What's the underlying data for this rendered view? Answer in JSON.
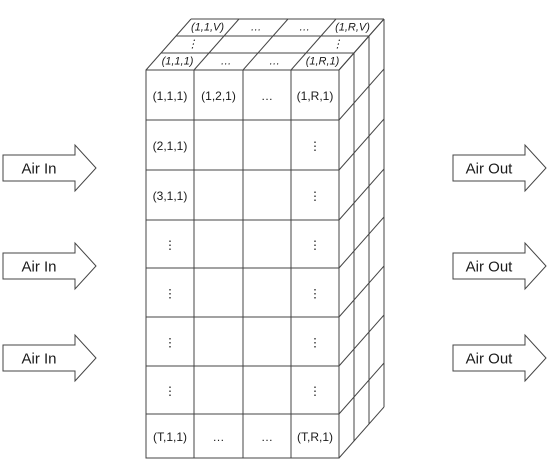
{
  "inlets": [
    "Air In",
    "Air In",
    "Air In"
  ],
  "outlets": [
    "Air Out",
    "Air Out",
    "Air Out"
  ],
  "front_grid": [
    [
      "(1,1,1)",
      "(1,2,1)",
      "…",
      "(1,R,1)"
    ],
    [
      "(2,1,1)",
      "",
      "",
      "⋮"
    ],
    [
      "(3,1,1)",
      "",
      "",
      "⋮"
    ],
    [
      "⋮",
      "",
      "",
      "⋮"
    ],
    [
      "⋮",
      "",
      "",
      "⋮"
    ],
    [
      "⋮",
      "",
      "",
      "⋮"
    ],
    [
      "⋮",
      "",
      "",
      "⋮"
    ],
    [
      "(T,1,1)",
      "…",
      "…",
      "(T,R,1)"
    ]
  ],
  "top_layers": [
    [
      "(1,1,1)",
      "…",
      "…",
      "(1,R,1)"
    ],
    [
      "⋮",
      "",
      "",
      "⋮"
    ],
    [
      "(1,1,V)",
      "…",
      "…",
      "(1,R,V)"
    ]
  ]
}
